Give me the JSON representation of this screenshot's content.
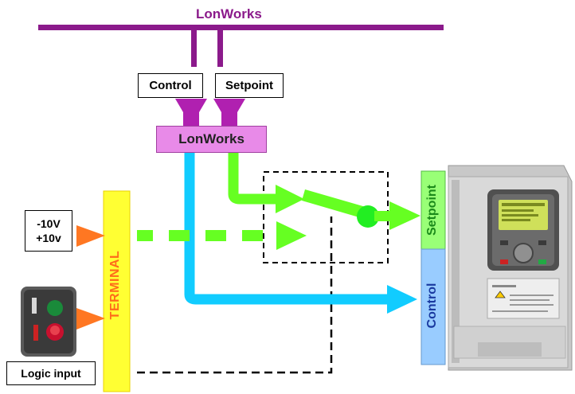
{
  "bus": {
    "title": "LonWorks"
  },
  "inputs": {
    "control_label": "Control",
    "setpoint_label": "Setpoint",
    "lonworks_module": "LonWorks"
  },
  "analog_input": {
    "line1": "-10V",
    "line2": "+10v"
  },
  "terminal_label": "TERMINAL",
  "logic_input_label": "Logic input",
  "drive": {
    "setpoint_tab": "Setpoint",
    "control_tab": "Control"
  },
  "colors": {
    "bus": "#8b1a8b",
    "lonworks_module": "#e88ae8",
    "setpoint_path": "#66ff22",
    "control_path": "#11ccff",
    "terminal": "#ffff33",
    "input_arrow": "#ff7722"
  }
}
